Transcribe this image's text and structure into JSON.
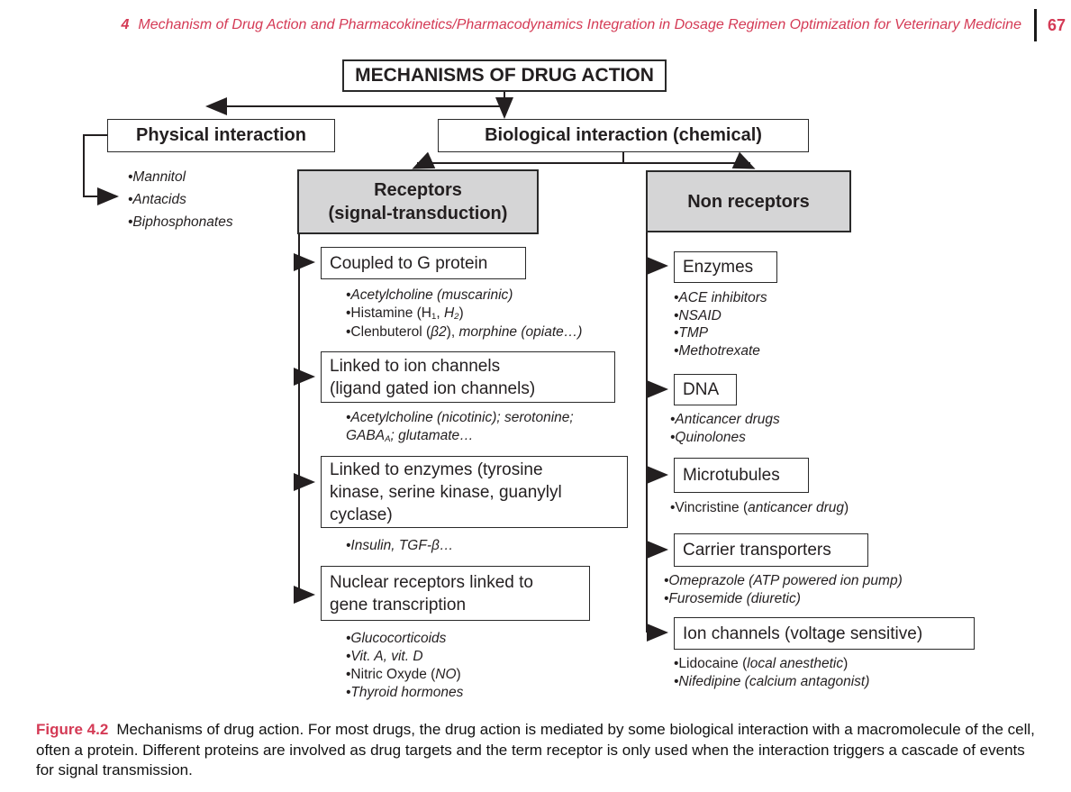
{
  "colors": {
    "accent_red": "#d43a55",
    "box_gray": "#d5d5d6",
    "line_black": "#231f20"
  },
  "header": {
    "chapter": "4",
    "title": "Mechanism of Drug Action and Pharmacokinetics/Pharmacodynamics Integration in Dosage Regimen Optimization for Veterinary Medicine",
    "page_number": "67"
  },
  "diagram": {
    "title": "MECHANISMS OF DRUG ACTION",
    "physical": {
      "label": "Physical interaction",
      "bullets": [
        [
          {
            "t": "•Mannitol",
            "i": true
          }
        ],
        [
          {
            "t": "•Antacids",
            "i": true
          }
        ],
        [
          {
            "t": "•Biphosphonates",
            "i": true
          }
        ]
      ]
    },
    "biological": {
      "label": "Biological interaction (chemical)"
    },
    "receptors": {
      "label": [
        "Receptors",
        "(signal-transduction)"
      ],
      "children": [
        {
          "label": [
            "Coupled to G protein"
          ],
          "bullets": [
            [
              {
                "t": "•Acetylcholine (muscarinic)",
                "i": true
              }
            ],
            [
              {
                "t": "•Histamine (H"
              },
              {
                "t": "1",
                "sub": true
              },
              {
                "t": ", "
              },
              {
                "t": "H",
                "i": true
              },
              {
                "t": "2",
                "i": true,
                "sub": true
              },
              {
                "t": ")"
              }
            ],
            [
              {
                "t": "•Clenbuterol ("
              },
              {
                "t": "β2",
                "i": true
              },
              {
                "t": "), "
              },
              {
                "t": "morphine (opiate…)",
                "i": true
              }
            ]
          ]
        },
        {
          "label": [
            "Linked to ion channels",
            "(ligand gated ion channels)"
          ],
          "bullets": [
            [
              {
                "t": "•Acetylcholine (nicotinic); serotonine;",
                "i": true
              }
            ],
            [
              {
                "t": "GABA",
                "i": true
              },
              {
                "t": "A",
                "i": true,
                "sub": true
              },
              {
                "t": "; glutamate…",
                "i": true
              }
            ]
          ]
        },
        {
          "label": [
            "Linked to enzymes (tyrosine",
            "kinase, serine kinase, guanylyl",
            "cyclase)"
          ],
          "bullets": [
            [
              {
                "t": "•Insulin, TGF-β…",
                "i": true
              }
            ]
          ]
        },
        {
          "label": [
            "Nuclear receptors linked to",
            "gene transcription"
          ],
          "bullets": [
            [
              {
                "t": "•Glucocorticoids",
                "i": true
              }
            ],
            [
              {
                "t": "•Vit. A, vit. D",
                "i": true
              }
            ],
            [
              {
                "t": "•Nitric Oxyde ("
              },
              {
                "t": "NO",
                "i": true
              },
              {
                "t": ")"
              }
            ],
            [
              {
                "t": "•Thyroid hormones",
                "i": true
              }
            ]
          ]
        }
      ]
    },
    "non_receptors": {
      "label": [
        "Non receptors"
      ],
      "children": [
        {
          "label": [
            "Enzymes"
          ],
          "bullets": [
            [
              {
                "t": "•ACE inhibitors",
                "i": true
              }
            ],
            [
              {
                "t": "•NSAID",
                "i": true
              }
            ],
            [
              {
                "t": "•TMP",
                "i": true
              }
            ],
            [
              {
                "t": "•Methotrexate",
                "i": true
              }
            ]
          ]
        },
        {
          "label": [
            "DNA"
          ],
          "bullets": [
            [
              {
                "t": "•Anticancer drugs",
                "i": true
              }
            ],
            [
              {
                "t": "•Quinolones",
                "i": true
              }
            ]
          ]
        },
        {
          "label": [
            "Microtubules"
          ],
          "bullets": [
            [
              {
                "t": "•Vincristine ("
              },
              {
                "t": "anticancer drug",
                "i": true
              },
              {
                "t": ")"
              }
            ]
          ]
        },
        {
          "label": [
            "Carrier transporters"
          ],
          "bullets": [
            [
              {
                "t": "•Omeprazole (ATP powered ion pump)",
                "i": true
              }
            ],
            [
              {
                "t": "•Furosemide (diuretic)",
                "i": true
              }
            ]
          ]
        },
        {
          "label": [
            "Ion channels (voltage sensitive)"
          ],
          "bullets": [
            [
              {
                "t": "•Lidocaine ("
              },
              {
                "t": "local anesthetic",
                "i": true
              },
              {
                "t": ")"
              }
            ],
            [
              {
                "t": "•Nifedipine (calcium antagonist)",
                "i": true
              }
            ]
          ]
        }
      ]
    }
  },
  "caption": {
    "label": "Figure 4.2",
    "text": "Mechanisms of drug action. For most drugs, the drug action is mediated by some biological interaction with a macromolecule of the cell, often a protein. Different proteins are involved as drug targets and the term receptor is only used when the interaction triggers a cascade of events for signal transmission."
  }
}
